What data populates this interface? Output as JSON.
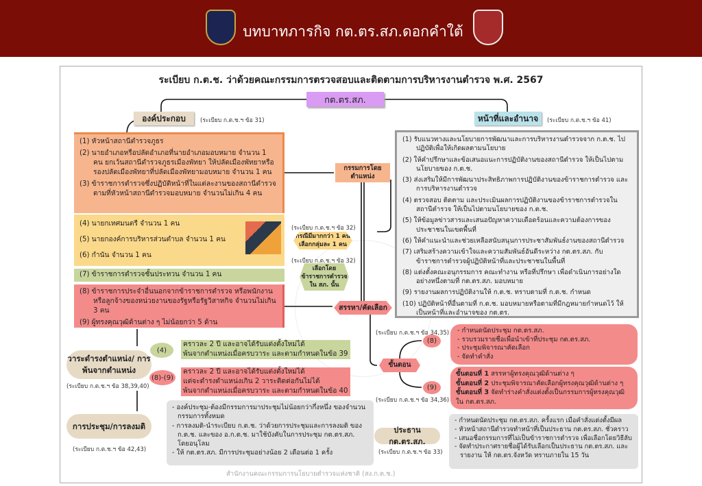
{
  "header": {
    "title": "บทบาทภารกิจ กต.ตร.สภ.ดอกคำใต้"
  },
  "main_title": "ระเบียบ ก.ต.ช. ว่าด้วยคณะกรรมการตรวจสอบและติดตามการบริหารงานตำรวจ พ.ศ. 2567",
  "root": "กต.ตร.สภ.",
  "composition": {
    "label": "องค์ประกอบ",
    "ref": "(ระเบียบ ก.ต.ช.ฯ ข้อ 31)",
    "orange": [
      "(1) หัวหน้าสถานีตำรวจภูธร",
      "(2) นายอำเภอหรือปลัดอำเภอที่นายอำเภอมอบหมาย จำนวน 1 คน ยกเว้นสถานีตำรวจภูธรเมืองพัทยา ให้ปลัดเมืองพัทยาหรือรองปลัดเมืองพัทยาที่ปลัดเมืองพัทยามอบหมาย จำนวน 1 คน",
      "(3) ข้าราชการตำรวจซึ่งปฏิบัติหน้าที่ในแต่ละงานของสถานีตำรวจ ตามที่หัวหน้าสถานีตำรวจมอบหมาย จำนวนไม่เกิน 4 คน"
    ],
    "yellow": [
      "(4) นายกเทศมนตรี จำนวน 1 คน",
      "(5) นายกองค์การบริหารส่วนตำบล จำนวน 1 คน",
      "(6) กำนัน จำนวน 1 คน"
    ],
    "green": "(7) ข้าราชการตำรวจชั้นประทวน จำนวน 1 คน",
    "red": [
      "(8) ข้าราชการประจำอื่นนอกจากข้าราชการตำรวจ หรือพนักงาน หรือลูกจ้างของหน่วยงานของรัฐหรือรัฐวิสาหกิจ จำนวนไม่เกิน 3 คน",
      "(9) ผู้ทรงคุณวุฒิด้านต่าง ๆ ไม่น้อยกว่า 5 ด้าน"
    ],
    "ex_officio": "กรรมการโดยตำแหน่ง",
    "ref32a": "(ระเบียบ ก.ต.ช.ฯ ข้อ 32)",
    "case_more": "กรณีมีมากกว่า 1 คน เลือกกลุ่มละ 1 คน",
    "ref32b": "(ระเบียบ ก.ต.ช.ฯ ข้อ 32)",
    "elect": "เลือกโดย ข้าราชการตำรวจ ใน สภ. นั้น",
    "recruit": "สรรหา/คัดเลือก"
  },
  "duties": {
    "label": "หน้าที่และอำนาจ",
    "ref": "(ระเบียบ ก.ต.ช.ฯ ข้อ 41)",
    "items": [
      "(1) รับแนวทางและนโยบายการพัฒนาและการบริหารงานตำรวจจาก ก.ต.ช. ไปปฏิบัติเพื่อให้เกิดผลตามนโยบาย",
      "(2) ให้คำปรึกษาและข้อเสนอแนะการปฏิบัติงานของสถานีตำรวจ ให้เป็นไปตามนโยบายของ ก.ต.ช.",
      "(3) ส่งเสริมให้มีการพัฒนาประสิทธิภาพการปฏิบัติงานของข้าราชการตำรวจ และการบริหารงานตำรวจ",
      "(4) ตรวจสอบ ติดตาม และประเมินผลการปฏิบัติงานของข้าราชการตำรวจในสถานีตำรวจ ให้เป็นไปตามนโยบายของ ก.ต.ช.",
      "(5) ให้ข้อมูลข่าวสารและเสนอปัญหาความเดือดร้อนและความต้องการของประชาชนในเขตพื้นที่",
      "(6) ให้คำแนะนำและช่วยเหลือสนับสนุนการประชาสัมพันธ์งานของสถานีตำรวจ",
      "(7) เสริมสร้างความเข้าใจและความสัมพันธ์อันดีระหว่าง กต.ตร.สภ. กับ ข้าราชการตำรวจผู้ปฏิบัติหน้าที่และประชาชนในพื้นที่",
      "(8) แต่งตั้งคณะอนุกรรมการ คณะทำงาน หรือที่ปรึกษา เพื่อดำเนินการอย่างใดอย่างหนึ่งตามที่ กต.ตร.สภ. มอบหมาย",
      "(9) รายงานผลการปฏิบัติงานให้ ก.ต.ช. ทราบตามที่ ก.ต.ช. กำหนด",
      "(10) ปฏิบัติหน้าที่อื่นตามที่ ก.ต.ช. มอบหมายหรือตามที่มีกฎหมายกำหนดไว้ ให้เป็นหน้าที่และอำนาจของ กต.ตร."
    ]
  },
  "procedure": {
    "label": "ขั้นตอน",
    "ref8": "(ระเบียบ ก.ต.ช.ฯ ข้อ 34,35)",
    "ref9": "(ระเบียบ ก.ต.ช.ฯ ข้อ 34,36)",
    "tag8": "(8)",
    "tag9": "(9)",
    "steps8": [
      "- กำหนดนัดประชุม กต.ตร.สภ.",
      "- รวบรวมรายชื่อเพื่อนำเข้าที่ประชุม กต.ตร.สภ.",
      "- ประชุมพิจารณาคัดเลือก",
      "- จัดทำคำสั่ง"
    ],
    "steps9": [
      {
        "b": "ขั้นตอนที่ 1",
        "t": " สรรหาผู้ทรงคุณวุฒิด้านต่าง ๆ"
      },
      {
        "b": "ขั้นตอนที่ 2",
        "t": " ประชุมพิจารณาคัดเลือกผู้ทรงคุณวุฒิด้านต่าง ๆ"
      },
      {
        "b": "ขั้นตอนที่ 3",
        "t": " จัดทำร่างคำสั่งแต่งตั้งเป็นกรรมการผู้ทรงคุณวุฒิ ใน กต.ตร.สภ."
      }
    ]
  },
  "chair": {
    "label": "ประธาน กต.ตร.สภ.",
    "ref": "(ระเบียบ ก.ต.ช.ฯ ข้อ 33)",
    "items": [
      "- กำหนดนัดประชุม กต.ตร.สภ. ครั้งแรก เมื่อคำสั่งแต่งตั้งมีผล",
      "- หัวหน้าสถานีตำรวจทำหน้าที่เป็นประธาน กต.ตร.สภ. ชั่วคราว",
      "- เสนอชื่อกรรมการที่ไม่เป็นข้าราชการตำรวจ เพื่อเลือกโดยวิธีลับ",
      "- จัดทำประกาศรายชื่อผู้ได้รับเลือกเป็นประธาน กต.ตร.สภ. และรายงาน ให้ กต.ตร.จังหวัด ทราบภายใน 15 วัน"
    ]
  },
  "term": {
    "label": "วาระดำรงตำแหน่ง/ การพ้นจากตำแหน่ง",
    "ref": "(ระเบียบ ก.ต.ช.ฯ ข้อ 38,39,40)",
    "tag4": "(4)",
    "text4": [
      "คราวละ 2 ปี และอาจได้รับแต่งตั้งใหม่ได้",
      "พ้นจากตำแหน่งเมื่อครบวาระ และตามกำหนดในข้อ 39"
    ],
    "tag89": "(8)-(9)",
    "text89": [
      "คราวละ 2 ปี และอาจได้รับแต่งตั้งใหม่ได้",
      "แต่จะดำรงตำแหน่งเกิน 2 วาระติดต่อกันไม่ได้",
      "พ้นจากตำแหน่งเมื่อครบวาระ และตามกำหนดในข้อ 40"
    ]
  },
  "meeting": {
    "label": "การประชุม/การลงมติ",
    "ref": "(ระเบียบ ก.ต.ช.ฯ ข้อ 42,43)",
    "items": [
      "- องค์ประชุม-ต้องมีกรรมการมาประชุมไม่น้อยกว่ากึ่งหนึ่ง ของจำนวนกรรมการทั้งหมด",
      "- การลงมติ-นำระเบียบ ก.ต.ช. ว่าด้วยการประชุมและการลงมติ ของ ก.ต.ช. และของ อ.ก.ต.ช. มาใช้บังคับในการประชุม กต.ตร.สภ. โดยอนุโลม",
      "- ให้ กต.ตร.สภ. มีการประชุมอย่างน้อย 2 เดือนต่อ 1 ครั้ง"
    ]
  },
  "footer": "สำนักงานคณะกรรมการนโยบายตำรวจแห่งชาติ (สง.ก.ต.ช.)",
  "colors": {
    "header": "#7a0d06",
    "orange": "#f7b58e",
    "yellow": "#fbd98a",
    "green": "#c8d59d",
    "red": "#f48b8b",
    "gray": "#e2e2e2",
    "purple": "#d99cf2"
  }
}
